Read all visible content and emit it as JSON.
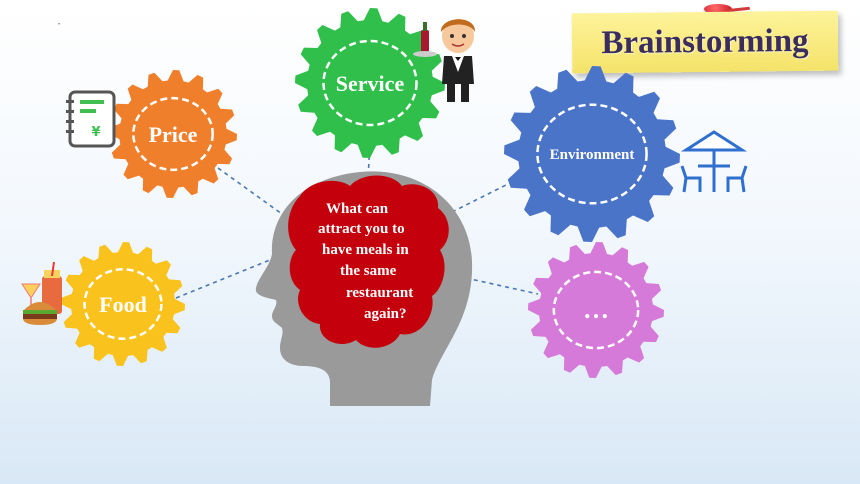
{
  "title": "Brainstorming",
  "center_question": [
    "What can",
    "attract you to",
    "have meals in",
    "the same",
    "restaurant",
    "again?"
  ],
  "gears": [
    {
      "id": "price",
      "label": "Price",
      "color": "#f07f2c",
      "icon": "menu-price-icon"
    },
    {
      "id": "service",
      "label": "Service",
      "color": "#2fbf4a",
      "icon": "waiter-icon"
    },
    {
      "id": "environment",
      "label": "Environment",
      "color": "#4a74c8",
      "icon": "patio-table-icon"
    },
    {
      "id": "food",
      "label": "Food",
      "color": "#f9c21c",
      "icon": "burger-drink-icon"
    },
    {
      "id": "more",
      "label": "…",
      "color": "#d67ad9",
      "icon": ""
    }
  ],
  "colors": {
    "head": "#9a9a9a",
    "brain": "#c4000d",
    "connector": "#4a78b4",
    "note": "#f7e67a"
  }
}
